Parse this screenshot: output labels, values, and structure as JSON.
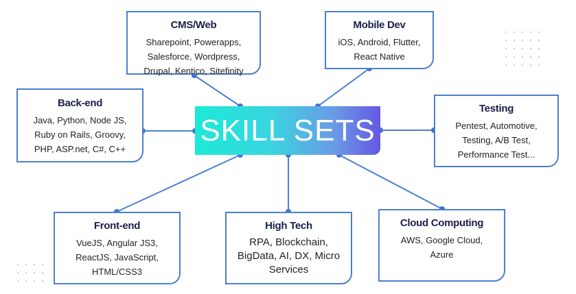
{
  "center": {
    "title": "SKILL SETS"
  },
  "colors": {
    "border": "#4a7fd0",
    "gradient_start": "#1de9d6",
    "gradient_end": "#6558e2",
    "heading": "#1a1f4a"
  },
  "nodes": {
    "cms": {
      "title": "CMS/Web",
      "text": "Sharepoint, Powerapps, Salesforce, Wordpress, Drupal, Kentico, Sitefinity"
    },
    "mobile": {
      "title": "Mobile Dev",
      "text": "iOS, Android, Flutter, React Native"
    },
    "backend": {
      "title": "Back-end",
      "text": "Java, Python,  Node JS, Ruby on Rails, Groovy, PHP, ASP.net, C#, C++"
    },
    "testing": {
      "title": "Testing",
      "text": "Pentest, Automotive, Testing, A/B Test, Performance Test..."
    },
    "frontend": {
      "title": "Front-end",
      "text": "VueJS, Angular JS3, ReactJS, JavaScript, HTML/CSS3"
    },
    "hightech": {
      "title": "High Tech",
      "text": "RPA, Blockchain, BigData, AI, DX, Micro Services"
    },
    "cloud": {
      "title": "Cloud Computing",
      "text": "AWS, Google Cloud, Azure"
    }
  }
}
